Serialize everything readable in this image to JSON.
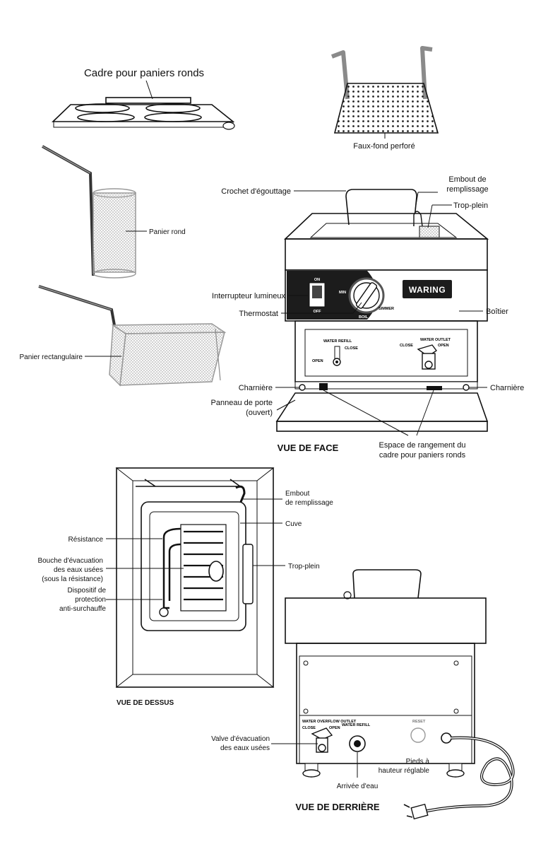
{
  "top": {
    "frame_label": "Cadre pour paniers ronds",
    "false_bottom_label": "Faux-fond perforé"
  },
  "baskets": {
    "round_basket": "Panier rond",
    "rect_basket": "Panier rectangulaire"
  },
  "front_view": {
    "title": "VUE DE FACE",
    "drip_hook": "Crochet d'égouttage",
    "fill_spout_1": "Embout de",
    "fill_spout_2": "remplissage",
    "overflow": "Trop-plein",
    "illuminated_switch": "Interrupteur lumineux",
    "thermostat": "Thermostat",
    "housing": "Boîtier",
    "hinge_left": "Charnière",
    "hinge_right": "Charnière",
    "door_panel_1": "Panneau de porte",
    "door_panel_2": "(ouvert)",
    "storage_1": "Espace de rangement du",
    "storage_2": "cadre pour paniers ronds",
    "switch_on": "ON",
    "switch_off": "OFF",
    "dial_min": "MIN",
    "dial_boil": "BOIL",
    "dial_simmer": "SIMMER",
    "brand": "WARING",
    "water_refill": "WATER REFILL",
    "refill_close": "CLOSE",
    "refill_open": "OPEN",
    "water_outlet": "WATER OUTLET",
    "outlet_close": "CLOSE",
    "outlet_open": "OPEN"
  },
  "top_view": {
    "title": "VUE DE DESSUS",
    "fill_spout_1": "Embout",
    "fill_spout_2": "de remplissage",
    "tank": "Cuve",
    "element": "Résistance",
    "drain_1": "Bouche d'évacuation",
    "drain_2": "des eaux usées",
    "drain_3": "(sous la résistance)",
    "overheat_1": "Dispositif de",
    "overheat_2": "protection",
    "overheat_3": "anti-surchauffe",
    "overflow": "Trop-plein"
  },
  "rear_view": {
    "title": "VUE DE DERRIÈRE",
    "drain_valve_1": "Valve d'évacuation",
    "drain_valve_2": "des eaux usées",
    "water_inlet": "Arrivée d'eau",
    "feet_1": "Pieds à",
    "feet_2": "hauteur réglable",
    "panel_overflow": "WATER OVERFLOW OUTLET",
    "panel_close": "CLOSE",
    "panel_open": "OPEN",
    "panel_refill": "WATER REFILL",
    "panel_reset": "RESET"
  }
}
